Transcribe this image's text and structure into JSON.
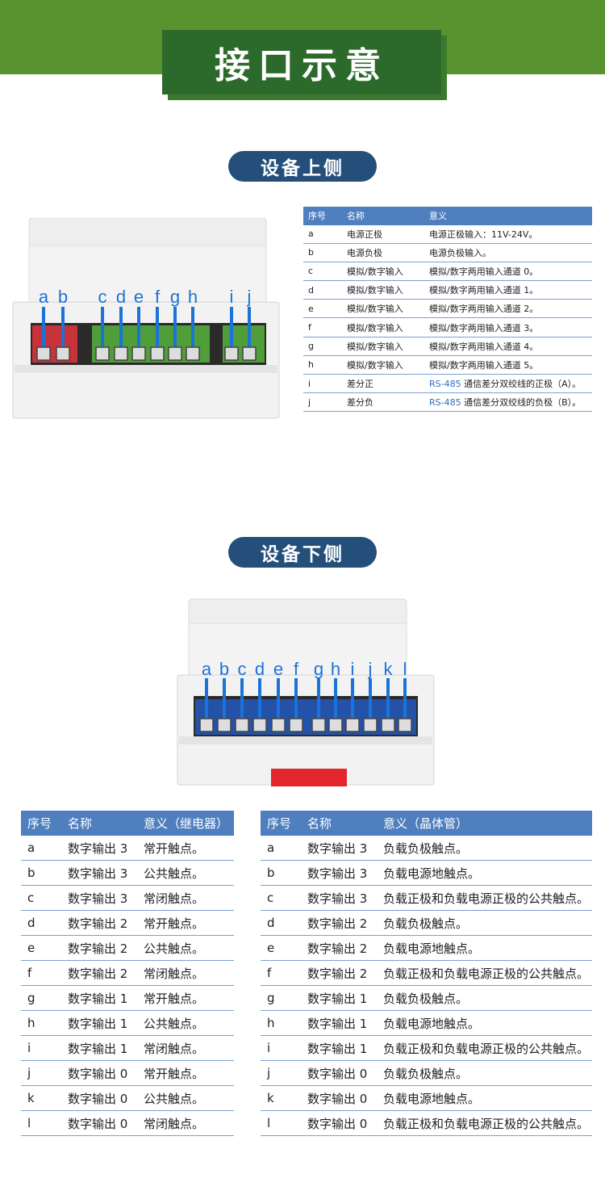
{
  "header": {
    "title": "接口示意"
  },
  "sections": {
    "top_title": "设备上侧",
    "bottom_title": "设备下侧"
  },
  "top_device": {
    "labels": [
      "a",
      "b",
      "c",
      "d",
      "e",
      "f",
      "g",
      "h",
      "i",
      "j"
    ]
  },
  "bottom_device": {
    "labels": [
      "a",
      "b",
      "c",
      "d",
      "e",
      "f",
      "g",
      "h",
      "i",
      "j",
      "k",
      "l"
    ]
  },
  "top_table": {
    "headers": [
      "序号",
      "名称",
      "意义"
    ],
    "rows": [
      {
        "id": "a",
        "name": "电源正极",
        "prefix": "",
        "meaning": "电源正极输入：11V-24V。"
      },
      {
        "id": "b",
        "name": "电源负极",
        "prefix": "",
        "meaning": "电源负极输入。"
      },
      {
        "id": "c",
        "name": "模拟/数字输入",
        "prefix": "",
        "meaning": "模拟/数字两用输入通道 0。"
      },
      {
        "id": "d",
        "name": "模拟/数字输入",
        "prefix": "",
        "meaning": "模拟/数字两用输入通道 1。"
      },
      {
        "id": "e",
        "name": "模拟/数字输入",
        "prefix": "",
        "meaning": "模拟/数字两用输入通道 2。"
      },
      {
        "id": "f",
        "name": "模拟/数字输入",
        "prefix": "",
        "meaning": "模拟/数字两用输入通道 3。"
      },
      {
        "id": "g",
        "name": "模拟/数字输入",
        "prefix": "",
        "meaning": "模拟/数字两用输入通道 4。"
      },
      {
        "id": "h",
        "name": "模拟/数字输入",
        "prefix": "",
        "meaning": "模拟/数字两用输入通道 5。"
      },
      {
        "id": "i",
        "name": "差分正",
        "prefix": "RS-485",
        "meaning": " 通信差分双绞线的正极（A）。"
      },
      {
        "id": "j",
        "name": "差分负",
        "prefix": "RS-485",
        "meaning": " 通信差分双绞线的负极（B）。"
      }
    ]
  },
  "relay_table": {
    "headers": [
      "序号",
      "名称",
      "意义（继电器）"
    ],
    "rows": [
      {
        "id": "a",
        "name": "数字输出 3",
        "meaning": "常开触点。"
      },
      {
        "id": "b",
        "name": "数字输出 3",
        "meaning": "公共触点。"
      },
      {
        "id": "c",
        "name": "数字输出 3",
        "meaning": "常闭触点。"
      },
      {
        "id": "d",
        "name": "数字输出 2",
        "meaning": "常开触点。"
      },
      {
        "id": "e",
        "name": "数字输出 2",
        "meaning": "公共触点。"
      },
      {
        "id": "f",
        "name": "数字输出 2",
        "meaning": "常闭触点。"
      },
      {
        "id": "g",
        "name": "数字输出 1",
        "meaning": "常开触点。"
      },
      {
        "id": "h",
        "name": "数字输出 1",
        "meaning": "公共触点。"
      },
      {
        "id": "i",
        "name": "数字输出 1",
        "meaning": "常闭触点。"
      },
      {
        "id": "j",
        "name": "数字输出 0",
        "meaning": "常开触点。"
      },
      {
        "id": "k",
        "name": "数字输出 0",
        "meaning": "公共触点。"
      },
      {
        "id": "l",
        "name": "数字输出 0",
        "meaning": "常闭触点。"
      }
    ]
  },
  "transistor_table": {
    "headers": [
      "序号",
      "名称",
      "意义（晶体管）"
    ],
    "rows": [
      {
        "id": "a",
        "name": "数字输出 3",
        "meaning": "负载负极触点。"
      },
      {
        "id": "b",
        "name": "数字输出 3",
        "meaning": "负载电源地触点。"
      },
      {
        "id": "c",
        "name": "数字输出 3",
        "meaning": "负载正极和负载电源正极的公共触点。"
      },
      {
        "id": "d",
        "name": "数字输出 2",
        "meaning": "负载负极触点。"
      },
      {
        "id": "e",
        "name": "数字输出 2",
        "meaning": "负载电源地触点。"
      },
      {
        "id": "f",
        "name": "数字输出 2",
        "meaning": "负载正极和负载电源正极的公共触点。"
      },
      {
        "id": "g",
        "name": "数字输出 1",
        "meaning": "负载负极触点。"
      },
      {
        "id": "h",
        "name": "数字输出 1",
        "meaning": "负载电源地触点。"
      },
      {
        "id": "i",
        "name": "数字输出 1",
        "meaning": "负载正极和负载电源正极的公共触点。"
      },
      {
        "id": "j",
        "name": "数字输出 0",
        "meaning": "负载负极触点。"
      },
      {
        "id": "k",
        "name": "数字输出 0",
        "meaning": "负载电源地触点。"
      },
      {
        "id": "l",
        "name": "数字输出 0",
        "meaning": "负载正极和负载电源正极的公共触点。"
      }
    ]
  },
  "colors": {
    "header_green": "#59932f",
    "title_green": "#2c6a2b",
    "pill_navy": "#244f7a",
    "table_header_blue": "#4f7fbf",
    "label_blue": "#1a73d9",
    "terminal_green": "#4f9e3a",
    "terminal_red": "#c8323a",
    "terminal_blue": "#2452a8"
  }
}
